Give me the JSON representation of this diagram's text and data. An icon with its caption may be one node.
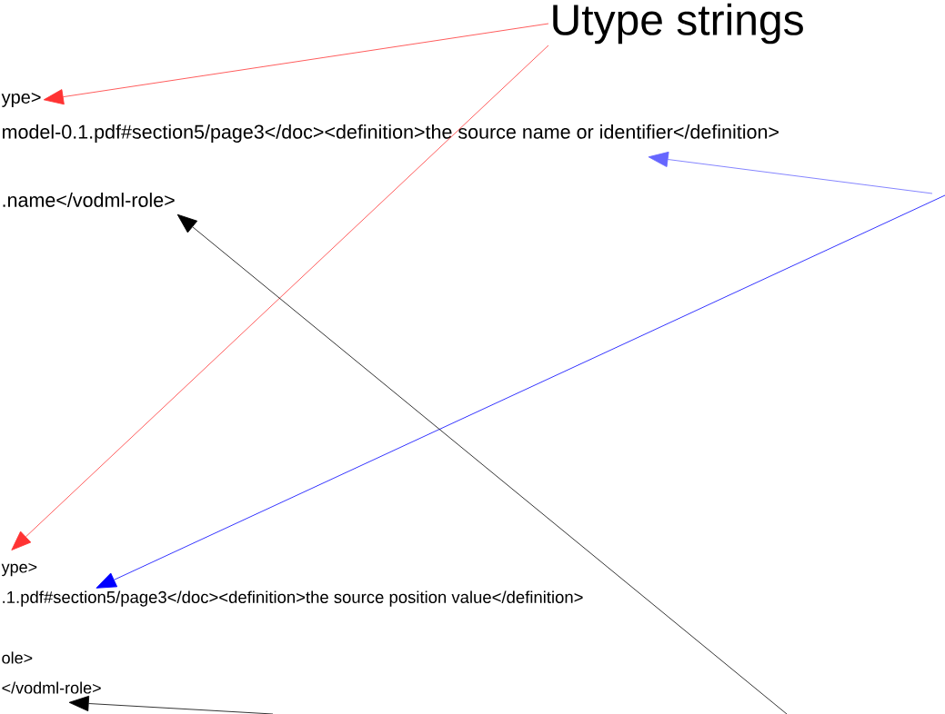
{
  "diagram": {
    "nodes": [
      {
        "text": [
          "Utype strings"
        ]
      },
      {
        "text": [
          "ype>"
        ]
      },
      {
        "text": [
          "model-0.1.pdf#section5/page3</doc><definition>the source name or identifier</definition>"
        ]
      },
      {
        "text": [
          ".name</vodml-role>"
        ]
      },
      {
        "text": [
          "ype>"
        ]
      },
      {
        "text": [
          ".1.pdf#section5/page3</doc><definition>the source position value</definition>"
        ]
      },
      {
        "text": [
          "</vodml-role>"
        ]
      }
    ],
    "edges": [
      {
        "from": 0,
        "to": 1,
        "arrow": "to",
        "color": "#ff3333"
      },
      {
        "from": 0,
        "to": 4,
        "arrow": "to",
        "color": "#ff3333"
      },
      {
        "from": null,
        "to": 2,
        "arrow": "to",
        "color": "#6666ff"
      },
      {
        "from": null,
        "to": 5,
        "arrow": "to",
        "color": "#0000ff"
      },
      {
        "from": null,
        "to": 3,
        "arrow": "to",
        "color": "#000000"
      },
      {
        "from": null,
        "to": 6,
        "arrow": "to",
        "color": "#000000"
      }
    ],
    "labels": [
      "ole>"
    ]
  }
}
